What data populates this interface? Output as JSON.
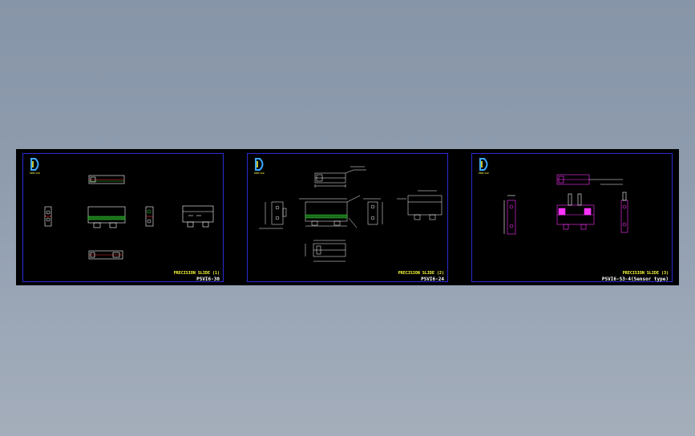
{
  "viewer": {
    "background": "#8e9cae",
    "sheet_border_color": "#2b2bd6"
  },
  "sheets": [
    {
      "id": "sheet-1",
      "title": "PRECISION SLIDE (1)",
      "model": "PSVI6-30",
      "logo_icon": "d-logo-icon",
      "logo_text": "PRECIAD",
      "line_color": "#ffffff"
    },
    {
      "id": "sheet-2",
      "title": "PRECISION SLIDE (2)",
      "model": "PSVI6-24",
      "logo_icon": "d-logo-icon",
      "logo_text": "PRECIAD",
      "line_color": "#ffffff"
    },
    {
      "id": "sheet-3",
      "title": "PRECISION SLIDE (3)",
      "model": "PSVI6-S3-4(Sensor type)",
      "logo_icon": "d-logo-icon",
      "logo_text": "PRECIAD",
      "line_color": "#ff33ff"
    }
  ]
}
